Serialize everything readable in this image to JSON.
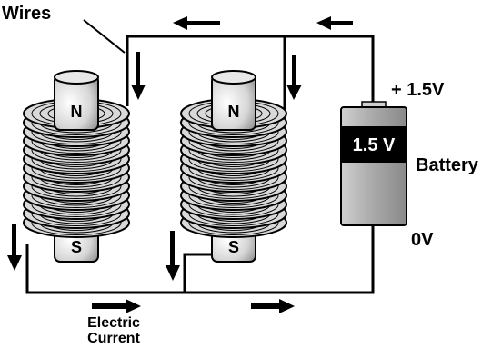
{
  "labels": {
    "wires": "Wires",
    "plus": "+ 1.5V",
    "battery": "Battery",
    "zero": "0V",
    "battery_value": "1.5 V",
    "current_line1": "Electric",
    "current_line2": "Current"
  },
  "magnets": [
    {
      "north": "N",
      "south": "S"
    },
    {
      "north": "N",
      "south": "S"
    }
  ],
  "colors": {
    "wire": "#000000",
    "battery_body": "#b8b8b8",
    "battery_label": "#000000",
    "battery_label_text": "#ffffff"
  }
}
